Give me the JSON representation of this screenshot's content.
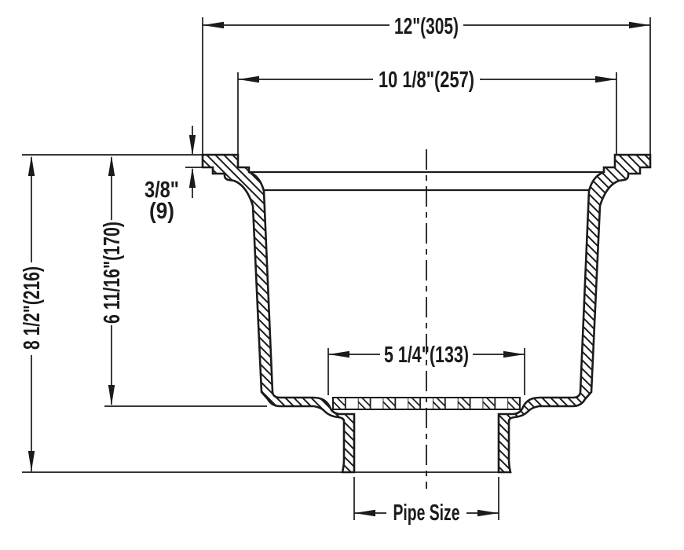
{
  "drawing": {
    "type": "technical-section-drawing",
    "subject": "floor sink cross section with dimensions",
    "colors": {
      "line": "#1b1b1b",
      "background": "#ffffff"
    },
    "labels": {
      "overall_width": "12\"(305)",
      "rim_width": "10 1/8\"(257)",
      "flange_thickness_in": "3/8\"",
      "flange_thickness_mm": "(9)",
      "overall_height": "8 1/2\"(216)",
      "interior_depth": "6 11/16\"(170)",
      "bottom_width": "5 1/4\"(133)",
      "outlet": "Pipe Size"
    }
  }
}
